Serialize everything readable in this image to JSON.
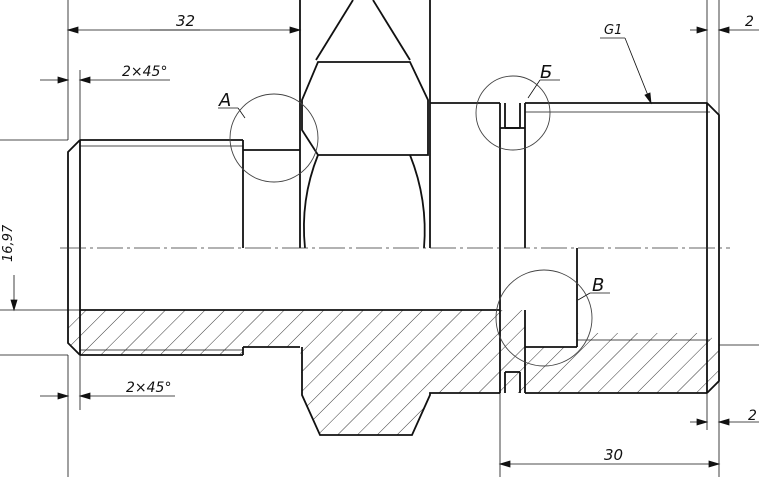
{
  "drawing": {
    "dimensions": {
      "top_length": "32",
      "bottom_length": "30",
      "left_diameter": "16,97",
      "right_top_edge": "2",
      "right_bottom_edge": "2"
    },
    "chamfers": {
      "top_left": "2×45°",
      "bottom_left": "2×45°"
    },
    "thread": "G1",
    "detail_labels": {
      "a": "А",
      "b": "Б",
      "v": "В"
    },
    "colors": {
      "line": "#111111",
      "background": "#ffffff"
    }
  }
}
